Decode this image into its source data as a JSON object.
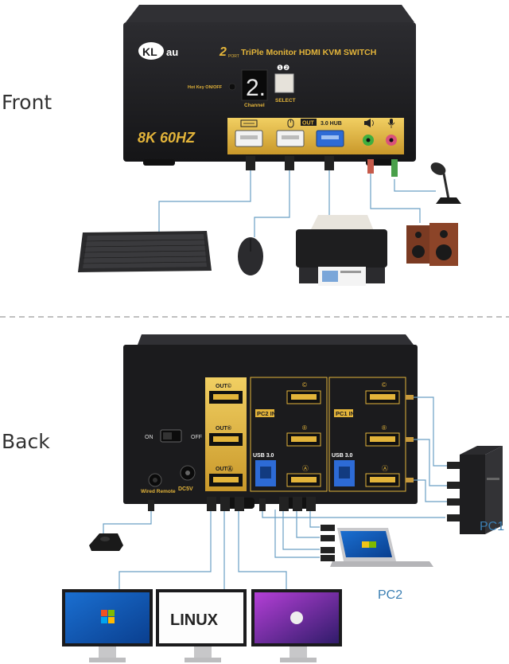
{
  "front": {
    "section_label": "Front",
    "brand_logo": "KLau",
    "product_title_number": "2",
    "product_title_port": "PORT",
    "product_title": "TriPle Monitor HDMI KVM SWITCH",
    "resolution": "8K 60HZ",
    "hotkey_label": "Hot Key ON/OFF",
    "channel_display": "2.",
    "channel_label": "Channel",
    "select_indicator": "❶❷",
    "select_label": "SELECT",
    "usb_hub_label": "3.0 HUB",
    "out_tag": "OUT",
    "icons": [
      "keyboard-icon",
      "mouse-icon",
      "speaker-icon",
      "microphone-icon"
    ]
  },
  "back": {
    "section_label": "Back",
    "on_label": "ON",
    "off_label": "OFF",
    "wired_remote_label": "Wired Remote",
    "dc_label": "DC5V",
    "out_c": "OUT©",
    "out_b": "OUT®",
    "out_a": "OUTⒶ",
    "pc2_in": "PC2 IN",
    "pc1_in": "PC1 IN",
    "usb30_a": "USB 3.0",
    "usb30_b": "USB 3.0",
    "port_c": "©",
    "port_b": "®",
    "port_a": "Ⓐ",
    "pc1_label": "PC1",
    "pc2_label": "PC2",
    "monitor_linux_text": "LINUX"
  },
  "colors": {
    "gold": "#e3b43a",
    "device_black": "#1c1c1e",
    "cable_blue": "#6a9fc4",
    "pc_label_blue": "#3b7fb3"
  }
}
